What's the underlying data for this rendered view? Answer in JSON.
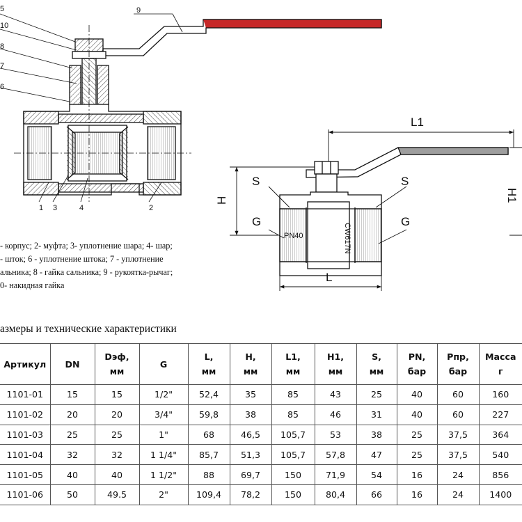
{
  "drawing": {
    "section_callouts": [
      "5",
      "10",
      "8",
      "7",
      "6",
      "9",
      "1",
      "3",
      "4",
      "2"
    ],
    "dimension_labels": {
      "L1": "L1",
      "H": "H",
      "H1": "H1",
      "S": "S",
      "G": "G",
      "L": "L"
    },
    "body_marking_left": "PN40",
    "body_marking_right": "CW617N"
  },
  "legend": [
    "- корпус; 2- муфта; 3- уплотнение шара; 4- шар;",
    "- шток; 6 - уплотнение штока; 7 - уплотнение",
    "альника; 8 - гайка сальника; 9 - рукоятка-рычаг;",
    "0- накидная гайка"
  ],
  "table": {
    "caption": "азмеры и технические характеристики",
    "headers": [
      [
        "Артикул"
      ],
      [
        "DN"
      ],
      [
        "Dэф,",
        "мм"
      ],
      [
        "G"
      ],
      [
        "L,",
        "мм"
      ],
      [
        "H,",
        "мм"
      ],
      [
        "L1,",
        "мм"
      ],
      [
        "H1,",
        "мм"
      ],
      [
        "S,",
        "мм"
      ],
      [
        "PN,",
        "бар"
      ],
      [
        "Pпр,",
        "бар"
      ],
      [
        "Масса",
        "г"
      ]
    ],
    "rows": [
      [
        "1101-01",
        "15",
        "15",
        "1/2\"",
        "52,4",
        "35",
        "85",
        "43",
        "25",
        "40",
        "60",
        "160"
      ],
      [
        "1101-02",
        "20",
        "20",
        "3/4\"",
        "59,8",
        "38",
        "85",
        "46",
        "31",
        "40",
        "60",
        "227"
      ],
      [
        "1101-03",
        "25",
        "25",
        "1\"",
        "68",
        "46,5",
        "105,7",
        "53",
        "38",
        "25",
        "37,5",
        "364"
      ],
      [
        "1101-04",
        "32",
        "32",
        "1 1/4\"",
        "85,7",
        "51,3",
        "105,7",
        "57,8",
        "47",
        "25",
        "37,5",
        "540"
      ],
      [
        "1101-05",
        "40",
        "40",
        "1 1/2\"",
        "88",
        "69,7",
        "150",
        "71,9",
        "54",
        "16",
        "24",
        "856"
      ],
      [
        "1101-06",
        "50",
        "49.5",
        "2\"",
        "109,4",
        "78,2",
        "150",
        "80,4",
        "66",
        "16",
        "24",
        "1400"
      ]
    ]
  }
}
